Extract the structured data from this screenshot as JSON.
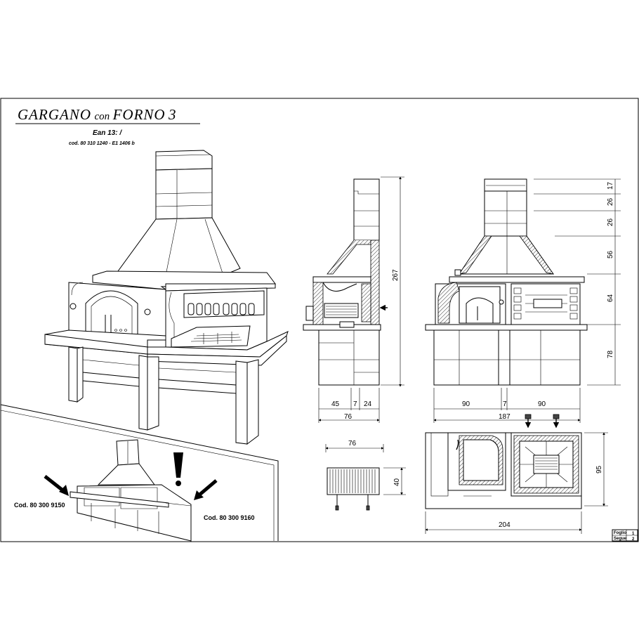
{
  "title": {
    "main": "GARGANO",
    "connector": "con",
    "forno": "FORNO",
    "number": "3"
  },
  "ean": "Ean 13:  /",
  "codes_line": "cod. 80 310 1240 - E1 1406 b",
  "side_view": {
    "dim_height": "267",
    "dim_w1": "45",
    "dim_w2": "7",
    "dim_w3": "24",
    "dim_total": "76"
  },
  "front_view": {
    "dim_h1": "17",
    "dim_h2": "26",
    "dim_h3": "26",
    "dim_h4": "56",
    "dim_h5": "64",
    "dim_h6": "78",
    "dim_left": "90",
    "dim_gap": "7",
    "dim_right": "90",
    "dim_total": "187"
  },
  "plan_view": {
    "dim_depth": "95",
    "dim_total": "204"
  },
  "grill_tray": {
    "dim_width": "76",
    "dim_height": "40"
  },
  "module_codes": {
    "left": "Cod. 80 300 9150",
    "right": "Cod. 80 300 9160"
  },
  "sheet_box": {
    "label_foglio": "Foglio",
    "value_foglio": "1",
    "label_segue": "Segue",
    "value_segue": "2"
  }
}
